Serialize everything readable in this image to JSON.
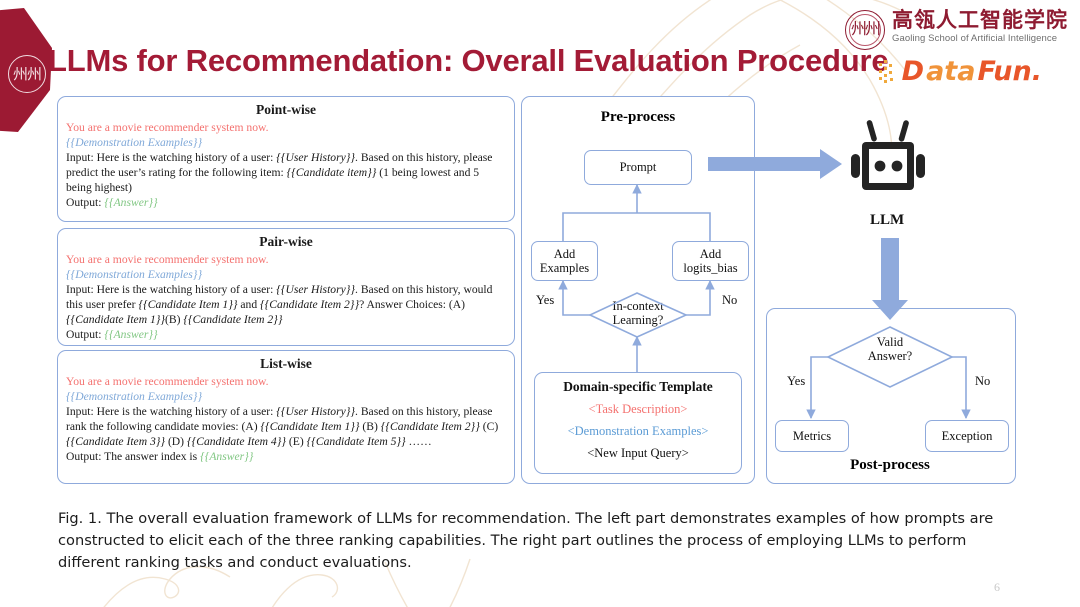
{
  "header": {
    "title": "LLMs for Recommendation: Overall Evaluation Procedure",
    "title_color": "#a31b36",
    "university_logo": {
      "cn": "高瓴人工智能学院",
      "en": "Gaoling School of Artificial Intelligence",
      "mark": "seal-icon",
      "color": "#8e1b31"
    },
    "sponsor_logo": {
      "part1": "D",
      "part2": "ata",
      "part3": "Fun.",
      "color_primary": "#e8562a",
      "color_secondary": "#f0933a"
    }
  },
  "prompts": [
    {
      "title": "Point-wise",
      "system": "You are a movie recommender system now.",
      "demo": "{{Demonstration  Examples}}",
      "input_prefix": "Input: Here is the watching history of a user: ",
      "input_var1": "{{User History}}",
      "input_mid": ". Based on this history, please predict the user’s rating for the following item: ",
      "input_var2": "{{Candidate item}}",
      "input_suffix": " (1 being lowest and 5 being highest)",
      "output_label": "Output: ",
      "output_var": "{{Answer}}"
    },
    {
      "title": "Pair-wise",
      "system": "You are a movie recommender system now.",
      "demo": "{{Demonstration  Examples}}",
      "input_prefix": "Input: Here is the watching history of a user: ",
      "input_var1": "{{User History}}",
      "input_mid": ". Based on this history, would this user prefer ",
      "input_var2": "{{Candidate Item 1}}",
      "input_mid2": " and ",
      "input_var3": "{{Candidate Item 2}}",
      "input_suffix": "? Answer Choices: (A) ",
      "choice_a": "{{Candidate Item 1}}",
      "choice_sep": "(B) ",
      "choice_b": "{{Candidate Item 2}}",
      "output_label": "Output: ",
      "output_var": "{{Answer}}"
    },
    {
      "title": "List-wise",
      "system": "You are a movie recommender system now.",
      "demo": "{{Demonstration  Examples}}",
      "input_prefix": "Input: Here is the watching history of a user: ",
      "input_var1": "{{User History}}",
      "input_mid": ". Based on this history, please rank the following candidate movies: (A) ",
      "item1": "{{Candidate Item 1}}",
      "lbl_b": " (B) ",
      "item2": "{{Candidate Item 2}}",
      "lbl_c": " (C) ",
      "item3": "{{Candidate Item 3}}",
      "lbl_d": " (D) ",
      "item4": "{{Candidate Item 4}}",
      "lbl_e": " (E) ",
      "item5": "{{Candidate Item 5}}",
      "ellipsis": " ……",
      "output_label": "Output: The answer index is ",
      "output_var": "{{Answer}}"
    }
  ],
  "preprocess": {
    "title": "Pre-process",
    "prompt_node": "Prompt",
    "add_examples": "Add\nExamples",
    "add_examples_l1": "Add",
    "add_examples_l2": "Examples",
    "add_logits": "Add",
    "add_logits_l2": "logits_bias",
    "decision_l1": "In-context",
    "decision_l2": "Learning?",
    "yes": "Yes",
    "no": "No",
    "template": {
      "heading": "Domain-specific Template",
      "task": "<Task Description>",
      "demo": "<Demonstration Examples>",
      "query": "<New Input Query>"
    }
  },
  "llm": {
    "label": "LLM",
    "icon": "robot-icon"
  },
  "postprocess": {
    "title": "Post-process",
    "decision_l1": "Valid",
    "decision_l2": "Answer?",
    "yes": "Yes",
    "no": "No",
    "metrics": "Metrics",
    "exception": "Exception"
  },
  "caption": "Fig. 1.  The overall evaluation framework of LLMs for recommendation. The left part demonstrates examples of how prompts are constructed to elicit each of the three ranking capabilities. The right part outlines the process of employing LLMs to perform different ranking tasks and conduct evaluations.",
  "page_number": "6",
  "colors": {
    "flow_blue": "#8faadc",
    "arrow_blue": "#8faadc",
    "accent_red": "#a31b36",
    "prompt_red": "#f4716f",
    "prompt_blue": "#7fa8d8",
    "prompt_green": "#82c784"
  }
}
